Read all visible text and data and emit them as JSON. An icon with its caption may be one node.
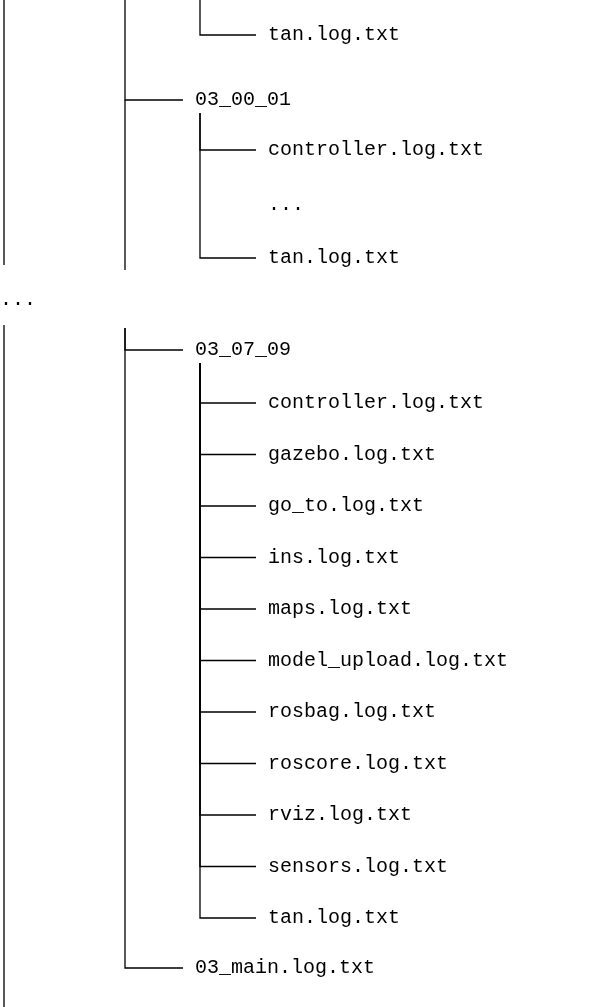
{
  "diagram": {
    "nodes": [
      {
        "text": [
          "tan.log.txt"
        ]
      },
      {
        "text": [
          "03_00_01"
        ]
      },
      {
        "text": [
          "controller.log.txt"
        ]
      },
      {
        "text": [
          "tan.log.txt"
        ]
      },
      {
        "text": [
          "03_07_09"
        ]
      },
      {
        "text": [
          "controller.log.txt"
        ]
      },
      {
        "text": [
          "gazebo.log.txt"
        ]
      },
      {
        "text": [
          "go_to.log.txt"
        ]
      },
      {
        "text": [
          "ins.log.txt"
        ]
      },
      {
        "text": [
          "maps.log.txt"
        ]
      },
      {
        "text": [
          "model_upload.log.txt"
        ]
      },
      {
        "text": [
          "rosbag.log.txt"
        ]
      },
      {
        "text": [
          "roscore.log.txt"
        ]
      },
      {
        "text": [
          "rviz.log.txt"
        ]
      },
      {
        "text": [
          "sensors.log.txt"
        ]
      },
      {
        "text": [
          "tan.log.txt"
        ]
      },
      {
        "text": [
          "03_main.log.txt"
        ]
      }
    ],
    "edges": [
      {
        "from": null,
        "to": 0,
        "arrow": "none"
      },
      {
        "from": null,
        "to": 1,
        "arrow": "none"
      },
      {
        "from": 1,
        "to": 2,
        "arrow": "none"
      },
      {
        "from": 1,
        "to": 3,
        "arrow": "none"
      },
      {
        "from": null,
        "to": 4,
        "arrow": "none"
      },
      {
        "from": 4,
        "to": 5,
        "arrow": "none"
      },
      {
        "from": 4,
        "to": 6,
        "arrow": "none"
      },
      {
        "from": 4,
        "to": 7,
        "arrow": "none"
      },
      {
        "from": 4,
        "to": 8,
        "arrow": "none"
      },
      {
        "from": 4,
        "to": 9,
        "arrow": "none"
      },
      {
        "from": 4,
        "to": 10,
        "arrow": "none"
      },
      {
        "from": 4,
        "to": 11,
        "arrow": "none"
      },
      {
        "from": 4,
        "to": 12,
        "arrow": "none"
      },
      {
        "from": 4,
        "to": 13,
        "arrow": "none"
      },
      {
        "from": 4,
        "to": 14,
        "arrow": "none"
      },
      {
        "from": 4,
        "to": 15,
        "arrow": "none"
      },
      {
        "from": null,
        "to": 16,
        "arrow": "none"
      }
    ],
    "labels": [
      "...",
      "..."
    ]
  }
}
